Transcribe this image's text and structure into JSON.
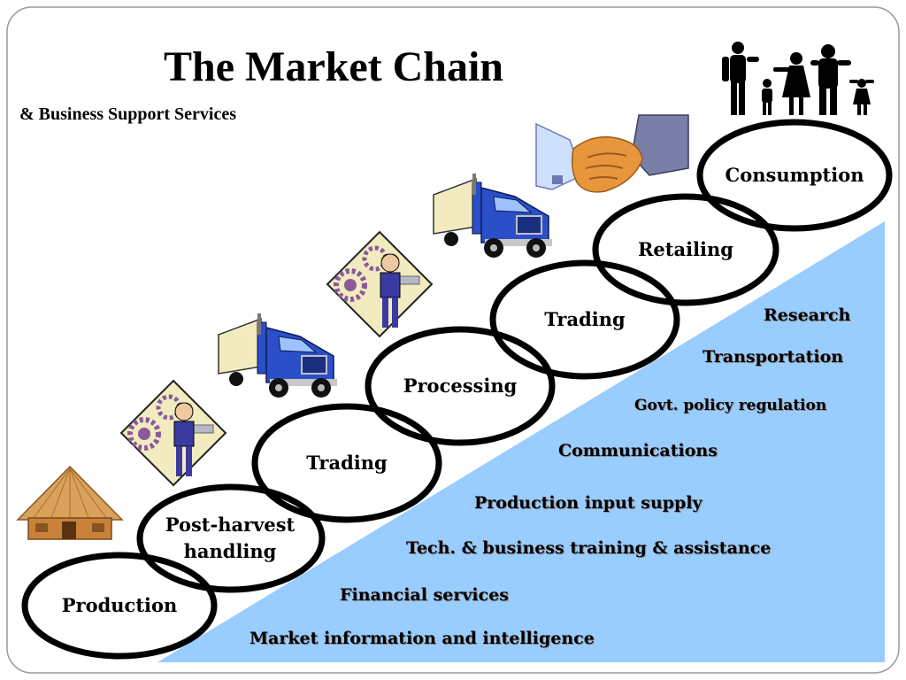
{
  "slide": {
    "title": "The Market  Chain",
    "subtitle": "& Business Support Services"
  },
  "chain_stages": [
    {
      "label": "Production"
    },
    {
      "label": "Post-harvest handling",
      "line1": "Post-harvest",
      "line2": "handling"
    },
    {
      "label": "Trading"
    },
    {
      "label": "Processing"
    },
    {
      "label": "Trading"
    },
    {
      "label": "Retailing"
    },
    {
      "label": "Consumption"
    }
  ],
  "support_services": [
    "Research",
    "Transportation",
    "Govt. policy regulation",
    "Communications",
    "Production input supply",
    "Tech. & business training & assistance",
    "Financial services",
    "Market information and intelligence"
  ],
  "colors": {
    "services_triangle": "#99CCFF",
    "ring": "#000000",
    "truck_cab": "#2B4FC9",
    "hut": "#C8823A"
  },
  "icons": [
    "hut-icon",
    "worker-gears-icon",
    "truck-icon",
    "worker-gears-icon",
    "truck-icon",
    "handshake-icon",
    "family-icon"
  ]
}
